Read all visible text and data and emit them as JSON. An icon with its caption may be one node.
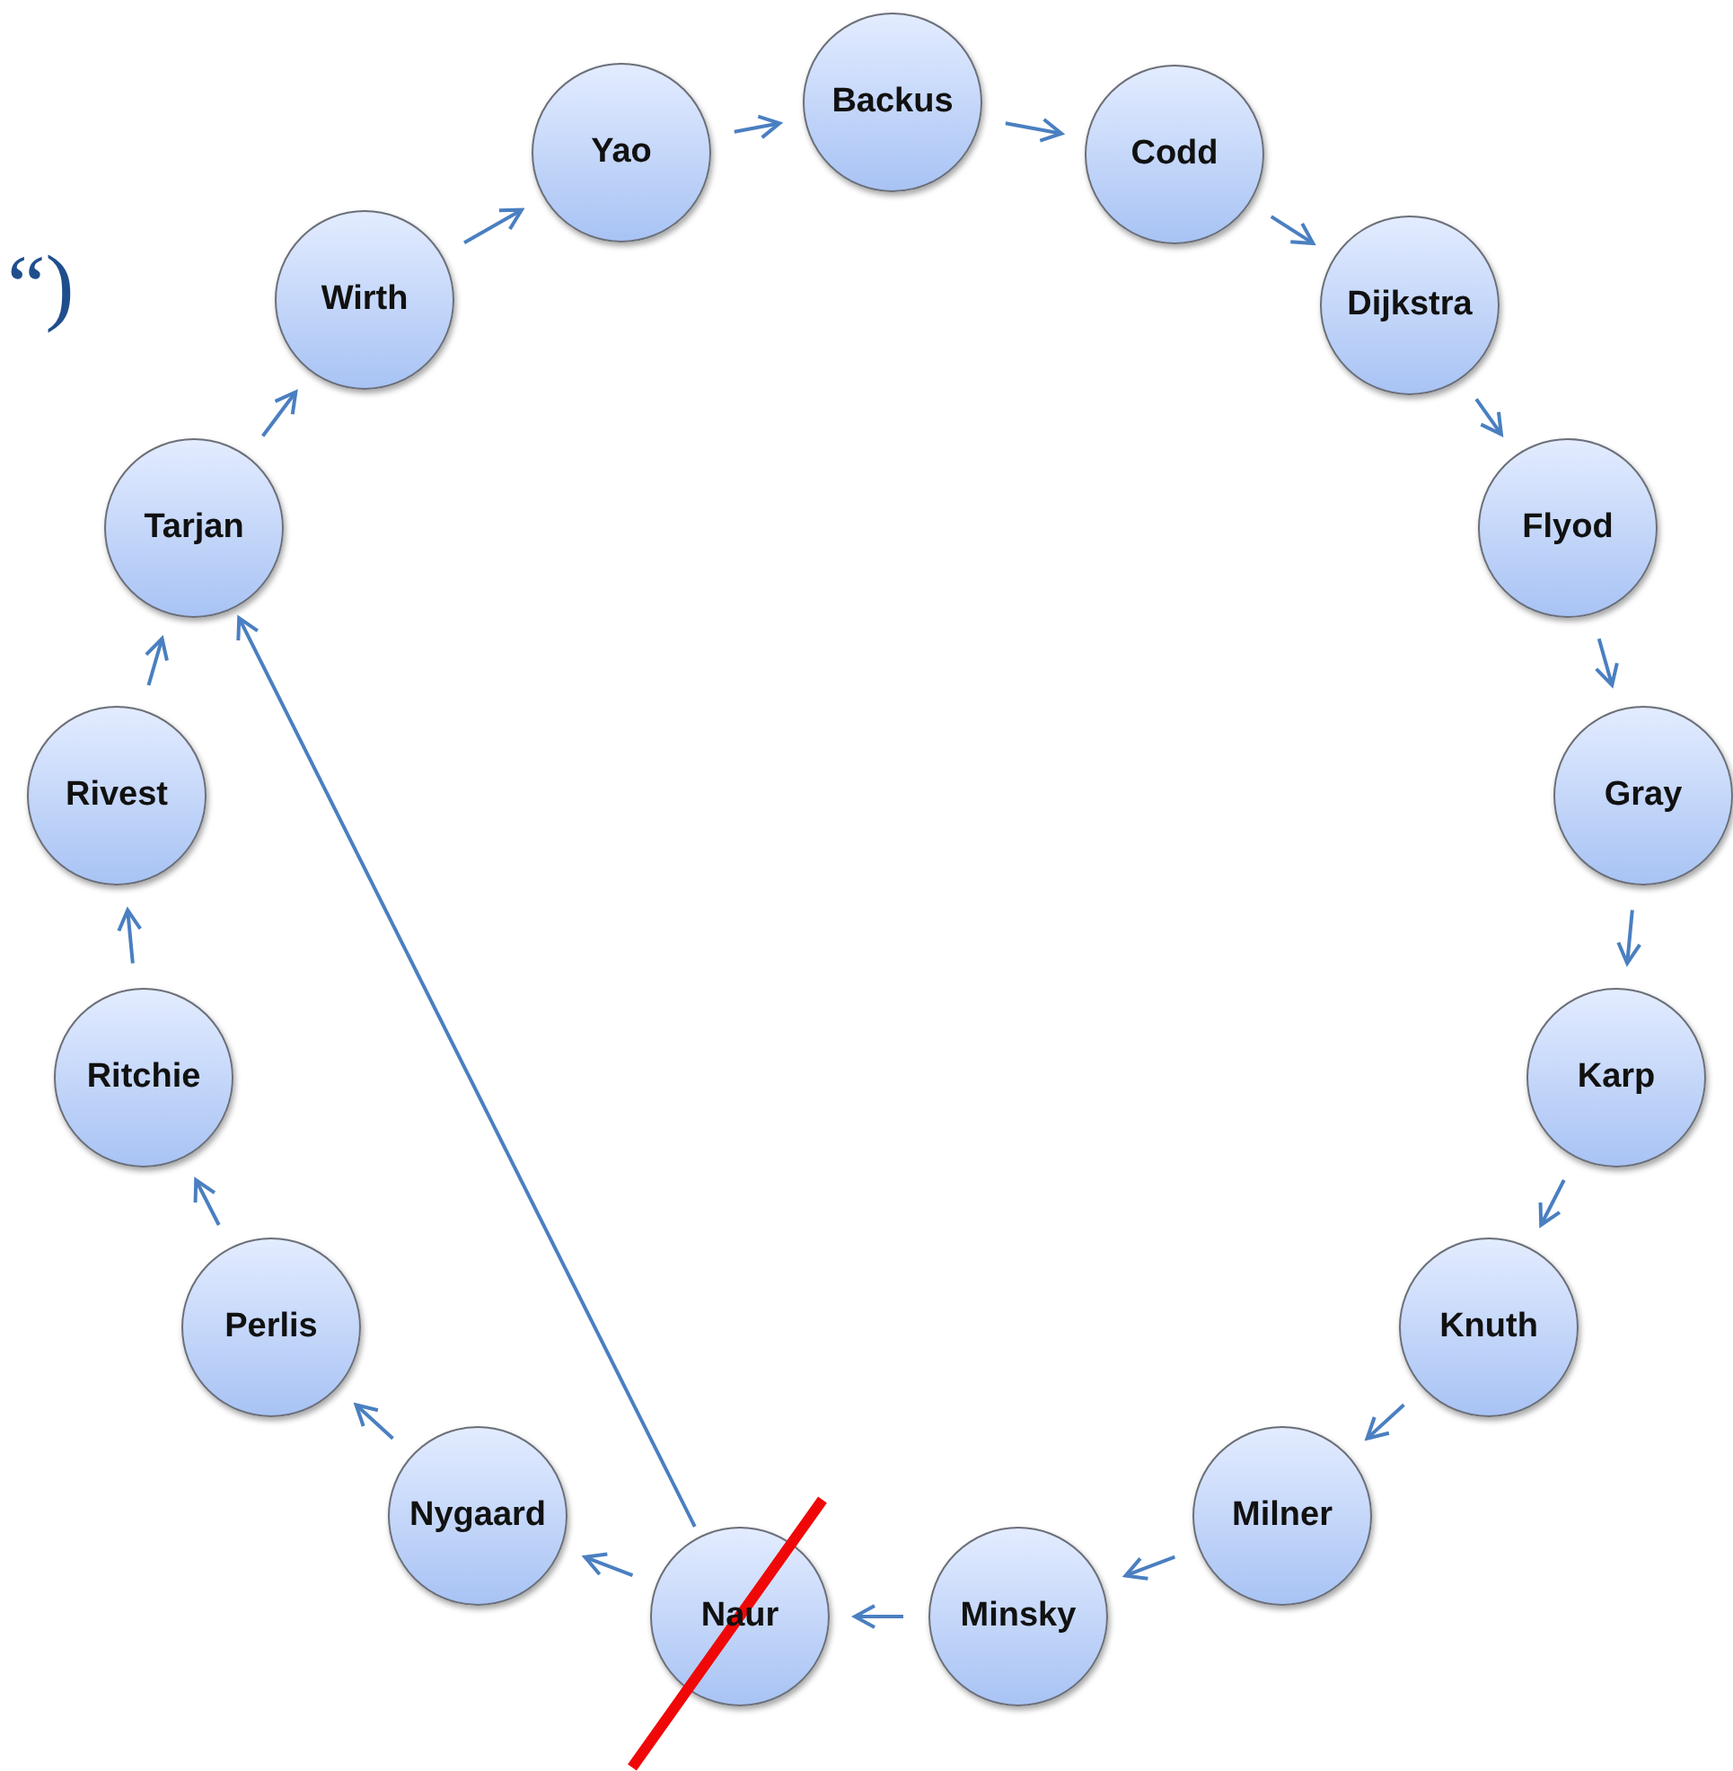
{
  "diagram": {
    "nodes": [
      {
        "text": [
          "Backus"
        ]
      },
      {
        "text": [
          "Codd"
        ]
      },
      {
        "text": [
          "Dijkstra"
        ]
      },
      {
        "text": [
          "Flyod"
        ]
      },
      {
        "text": [
          "Gray"
        ]
      },
      {
        "text": [
          "Karp"
        ]
      },
      {
        "text": [
          "Knuth"
        ]
      },
      {
        "text": [
          "Milner"
        ]
      },
      {
        "text": [
          "Minsky"
        ]
      },
      {
        "text": [
          "Naur"
        ]
      },
      {
        "text": [
          "Nygaard"
        ]
      },
      {
        "text": [
          "Perlis"
        ]
      },
      {
        "text": [
          "Ritchie"
        ]
      },
      {
        "text": [
          "Rivest"
        ]
      },
      {
        "text": [
          "Tarjan"
        ]
      },
      {
        "text": [
          "Wirth"
        ]
      },
      {
        "text": [
          "Yao"
        ]
      }
    ],
    "edges": [
      {
        "from": 0,
        "to": 1,
        "arrow": "to"
      },
      {
        "from": 1,
        "to": 2,
        "arrow": "to"
      },
      {
        "from": 2,
        "to": 3,
        "arrow": "to"
      },
      {
        "from": 3,
        "to": 4,
        "arrow": "to"
      },
      {
        "from": 4,
        "to": 5,
        "arrow": "to"
      },
      {
        "from": 5,
        "to": 6,
        "arrow": "to"
      },
      {
        "from": 6,
        "to": 7,
        "arrow": "to"
      },
      {
        "from": 7,
        "to": 8,
        "arrow": "to"
      },
      {
        "from": 8,
        "to": 9,
        "arrow": "to"
      },
      {
        "from": 9,
        "to": 10,
        "arrow": "to"
      },
      {
        "from": 10,
        "to": 11,
        "arrow": "to"
      },
      {
        "from": 11,
        "to": 12,
        "arrow": "to"
      },
      {
        "from": 12,
        "to": 13,
        "arrow": "to"
      },
      {
        "from": 13,
        "to": 14,
        "arrow": "to"
      },
      {
        "from": 9,
        "to": 14,
        "arrow": "to"
      },
      {
        "from": 14,
        "to": 15,
        "arrow": "to"
      },
      {
        "from": 15,
        "to": 16,
        "arrow": "to"
      },
      {
        "from": 16,
        "to": 0,
        "arrow": "to"
      }
    ],
    "labels": [
      "“)"
    ]
  }
}
